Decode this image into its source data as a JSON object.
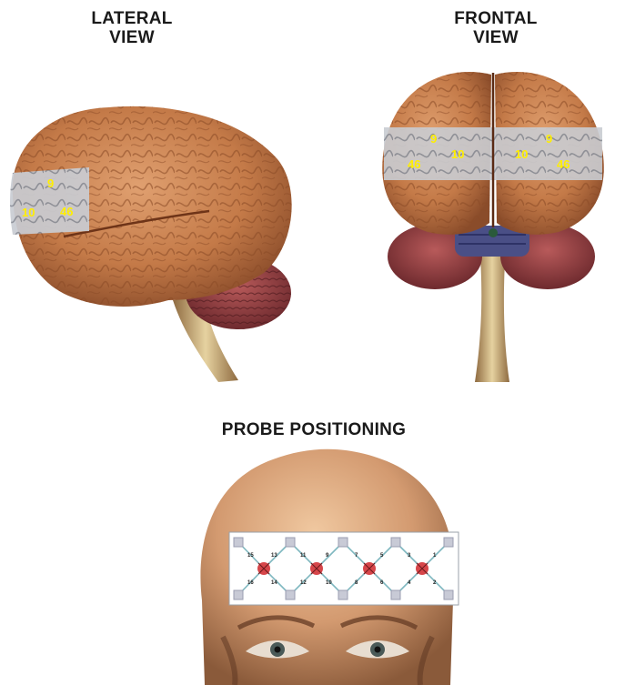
{
  "titles": {
    "lateral": "LATERAL\nVIEW",
    "frontal": "FRONTAL\nVIEW",
    "probe": "PROBE POSITIONING"
  },
  "lateral_labels": [
    "9",
    "10",
    "46"
  ],
  "frontal_labels": [
    "9",
    "10",
    "46",
    "10",
    "9",
    "46"
  ],
  "probe": {
    "channel_numbers": [
      "15",
      "13",
      "11",
      "9",
      "7",
      "5",
      "3",
      "1",
      "16",
      "14",
      "12",
      "10",
      "8",
      "6",
      "4",
      "2"
    ]
  },
  "colors": {
    "brain": "#c9814e",
    "brain_dark": "#9a5530",
    "cerebellum": "#8e3a3a",
    "highlight": "#c9ccd2",
    "label": "#ffef00",
    "skin": "#d9a57f",
    "probe_source": "#d6464a",
    "probe_detector": "#c8cad6"
  }
}
